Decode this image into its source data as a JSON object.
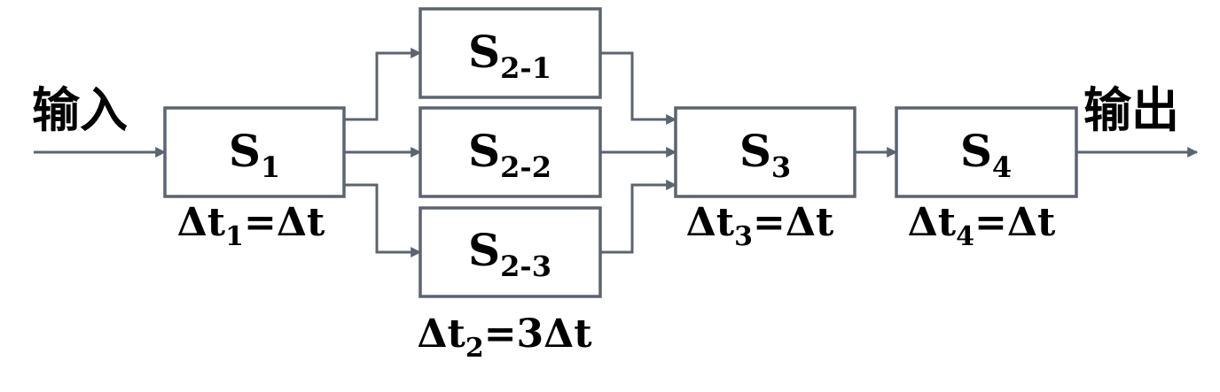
{
  "input_label": "输入",
  "output_label": "输出",
  "stages": {
    "s1": {
      "main": "S",
      "sub": "1"
    },
    "s21": {
      "main": "S",
      "sub": "2-1"
    },
    "s22": {
      "main": "S",
      "sub": "2-2"
    },
    "s23": {
      "main": "S",
      "sub": "2-3"
    },
    "s3": {
      "main": "S",
      "sub": "3"
    },
    "s4": {
      "main": "S",
      "sub": "4"
    }
  },
  "timings": {
    "t1": {
      "pre": "Δt",
      "sub": "1",
      "post": "=Δt"
    },
    "t2": {
      "pre": "Δt",
      "sub": "2",
      "post": "=3Δt"
    },
    "t3": {
      "pre": "Δt",
      "sub": "3",
      "post": "=Δt"
    },
    "t4": {
      "pre": "Δt",
      "sub": "4",
      "post": "=Δt"
    }
  },
  "colors": {
    "line": "#5b6470",
    "text": "#000000",
    "background": "#ffffff"
  }
}
